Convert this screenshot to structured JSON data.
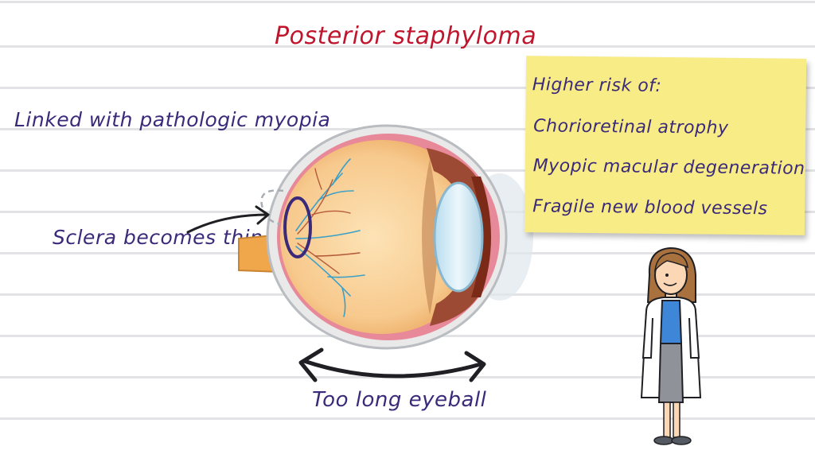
{
  "title": "Posterior staphyloma",
  "annotations": {
    "linked": "Linked with pathologic myopia",
    "sclera": "Sclera becomes thin",
    "eyeball": "Too long eyeball"
  },
  "note": {
    "heading": "Higher risk of:",
    "items": [
      "Chorioretinal atrophy",
      "Myopic macular degeneration",
      "Fragile new blood vessels"
    ]
  },
  "colors": {
    "title": "#c0162d",
    "annotation_text": "#3b2a7a",
    "note_bg": "#f8ec86",
    "highlight_circle": "#3b2a7a"
  }
}
